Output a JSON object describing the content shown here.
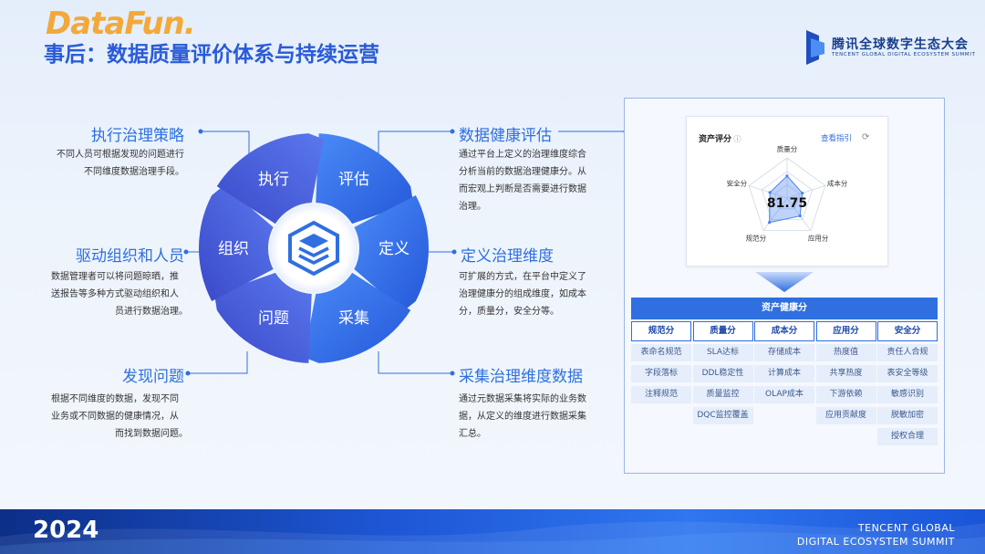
{
  "header": {
    "logo": "DataFun.",
    "title": "事后：数据质量评价体系与持续运营",
    "tencent_cn": "腾讯全球数字生态大会",
    "tencent_en": "TENCENT GLOBAL DIGITAL ECOSYSTEM SUMMIT"
  },
  "left_items": [
    {
      "title": "执行治理策略",
      "desc": [
        "不同人员可根据发现的问题进行",
        "不同维度数据治理手段。"
      ]
    },
    {
      "title": "驱动组织和人员",
      "desc": [
        "数据管理者可以将问题晾晒，推",
        "送报告等多种方式驱动组织和人",
        "员进行数据治理。"
      ]
    },
    {
      "title": "发现问题",
      "desc": [
        "根据不同维度的数据，发现不同",
        "业务或不同数据的健康情况，从",
        "而找到数据问题。"
      ]
    }
  ],
  "right_items": [
    {
      "title": "数据健康评估",
      "desc": [
        "通过平台上定义的治理维度综合",
        "分析当前的数据治理健康分。从",
        "而宏观上判断是否需要进行数据",
        "治理。"
      ]
    },
    {
      "title": "定义治理维度",
      "desc": [
        "可扩展的方式，在平台中定义了",
        "治理健康分的组成维度，如成本",
        "分，质量分，安全分等。"
      ]
    },
    {
      "title": "采集治理维度数据",
      "desc": [
        "通过元数据采集将实际的业务数",
        "据，从定义的维度进行数据采集",
        "汇总。"
      ]
    }
  ],
  "wheel": {
    "segments": [
      "评估",
      "定义",
      "采集",
      "问题",
      "组织",
      "执行"
    ]
  },
  "score_card": {
    "title": "资产评分",
    "info_icon": "info-icon",
    "link": "查看指引",
    "refresh_icon": "refresh-icon",
    "score": "81.75",
    "axes": [
      "质量分",
      "成本分",
      "应用分",
      "规范分",
      "安全分"
    ],
    "values": [
      0.55,
      0.4,
      0.55,
      0.75,
      0.45
    ]
  },
  "health_table": {
    "title": "资产健康分",
    "columns": [
      {
        "name": "规范分",
        "items": [
          "表命名规范",
          "字段落标",
          "注释规范"
        ]
      },
      {
        "name": "质量分",
        "items": [
          "SLA达标",
          "DDL稳定性",
          "质量监控",
          "DQC监控覆盖"
        ]
      },
      {
        "name": "成本分",
        "items": [
          "存储成本",
          "计算成本",
          "OLAP成本"
        ]
      },
      {
        "name": "应用分",
        "items": [
          "热度值",
          "共享热度",
          "下游依赖",
          "应用贡献度"
        ]
      },
      {
        "name": "安全分",
        "items": [
          "责任人合规",
          "表安全等级",
          "敏感识别",
          "脱敏加密",
          "授权合理"
        ]
      }
    ]
  },
  "footer": {
    "year": "2024",
    "en_line1": "TENCENT GLOBAL",
    "en_line2": "DIGITAL ECOSYSTEM SUMMIT"
  },
  "colors": {
    "accent": "#2f6fe0",
    "title": "#2a5bd7",
    "logo": "#f2a93a"
  }
}
